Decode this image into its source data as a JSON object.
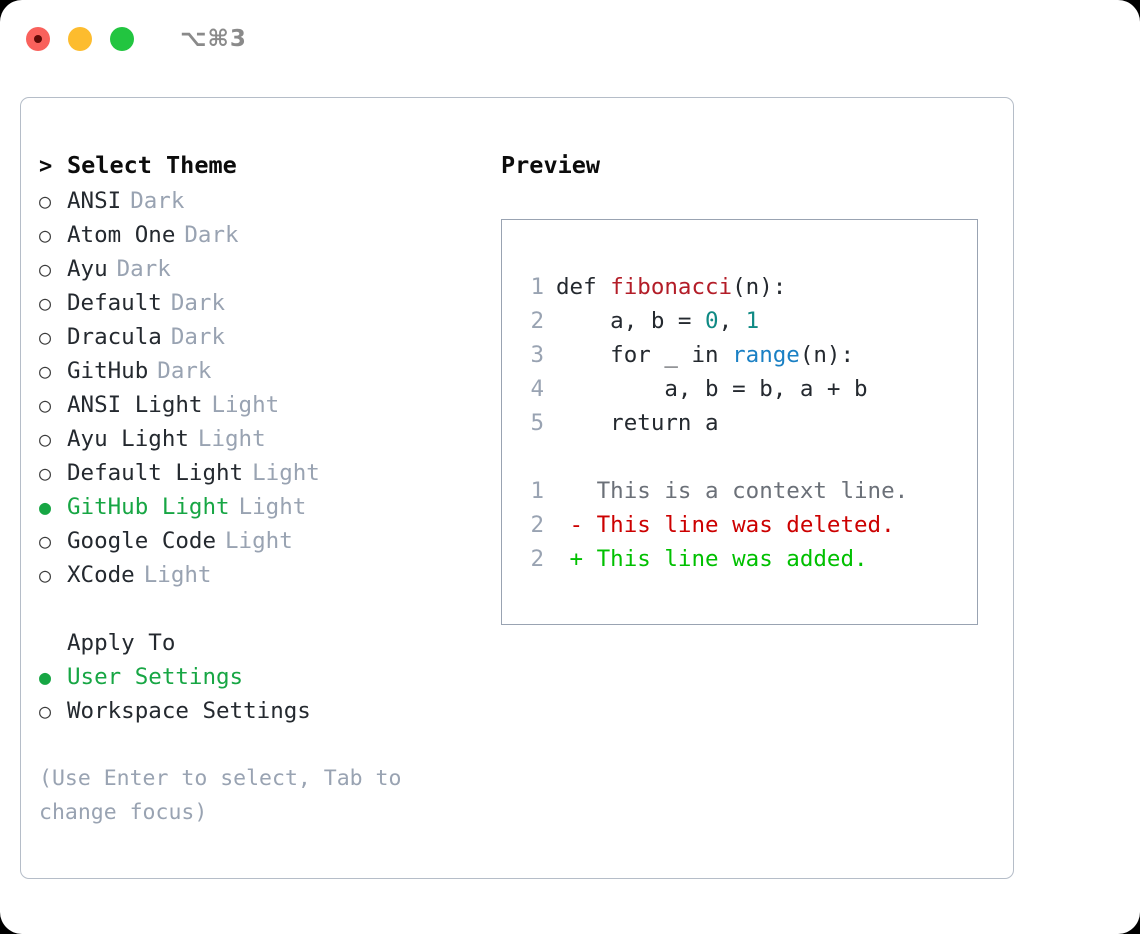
{
  "titlebar": {
    "shortcut": "⌥⌘3",
    "lights": [
      {
        "name": "close-button",
        "color": "#f9615c"
      },
      {
        "name": "minimize-button",
        "color": "#fdbc2e"
      },
      {
        "name": "maximize-button",
        "color": "#22c540"
      }
    ]
  },
  "colors": {
    "accent_green": "#17a644",
    "muted": "#99a3b2",
    "text": "#24292f",
    "diff_add": "#00c000",
    "diff_del": "#cc0000",
    "panel_border": "#b5bdc8",
    "code_border": "#99a3b2"
  },
  "theme_list": {
    "header_marker": ">",
    "header": "Select Theme",
    "marker_unselected": "○",
    "marker_selected": "●",
    "items": [
      {
        "name": "ANSI",
        "category": "Dark",
        "selected": false
      },
      {
        "name": "Atom One",
        "category": "Dark",
        "selected": false
      },
      {
        "name": "Ayu",
        "category": "Dark",
        "selected": false
      },
      {
        "name": "Default",
        "category": "Dark",
        "selected": false
      },
      {
        "name": "Dracula",
        "category": "Dark",
        "selected": false
      },
      {
        "name": "GitHub",
        "category": "Dark",
        "selected": false
      },
      {
        "name": "ANSI Light",
        "category": "Light",
        "selected": false
      },
      {
        "name": "Ayu Light",
        "category": "Light",
        "selected": false
      },
      {
        "name": "Default Light",
        "category": "Light",
        "selected": false
      },
      {
        "name": "GitHub Light",
        "category": "Light",
        "selected": true
      },
      {
        "name": "Google Code",
        "category": "Light",
        "selected": false
      },
      {
        "name": "XCode",
        "category": "Light",
        "selected": false
      }
    ]
  },
  "apply_to": {
    "label": "Apply To",
    "options": [
      {
        "name": "User Settings",
        "selected": true
      },
      {
        "name": "Workspace Settings",
        "selected": false
      }
    ]
  },
  "hint": "(Use Enter to select, Tab to change focus)",
  "preview": {
    "title": "Preview",
    "code_lines": [
      {
        "no": "1",
        "tokens": [
          {
            "t": "def ",
            "c": "kw"
          },
          {
            "t": "fibonacci",
            "c": "fn"
          },
          {
            "t": "(n):",
            "c": "kw"
          }
        ]
      },
      {
        "no": "2",
        "tokens": [
          {
            "t": "    a, b = ",
            "c": "kw"
          },
          {
            "t": "0",
            "c": "num"
          },
          {
            "t": ", ",
            "c": "kw"
          },
          {
            "t": "1",
            "c": "num"
          }
        ]
      },
      {
        "no": "3",
        "tokens": [
          {
            "t": "    for _ in ",
            "c": "kw"
          },
          {
            "t": "range",
            "c": "call"
          },
          {
            "t": "(n):",
            "c": "kw"
          }
        ]
      },
      {
        "no": "4",
        "tokens": [
          {
            "t": "        a, b = b, a + b",
            "c": "kw"
          }
        ]
      },
      {
        "no": "5",
        "tokens": [
          {
            "t": "    return a",
            "c": "kw"
          }
        ]
      }
    ],
    "diff_lines": [
      {
        "no": "1",
        "sign": " ",
        "text": "This is a context line.",
        "kind": "ctx"
      },
      {
        "no": "2",
        "sign": "-",
        "text": "This line was deleted.",
        "kind": "del"
      },
      {
        "no": "2",
        "sign": "+",
        "text": "This line was added.",
        "kind": "add"
      }
    ]
  }
}
